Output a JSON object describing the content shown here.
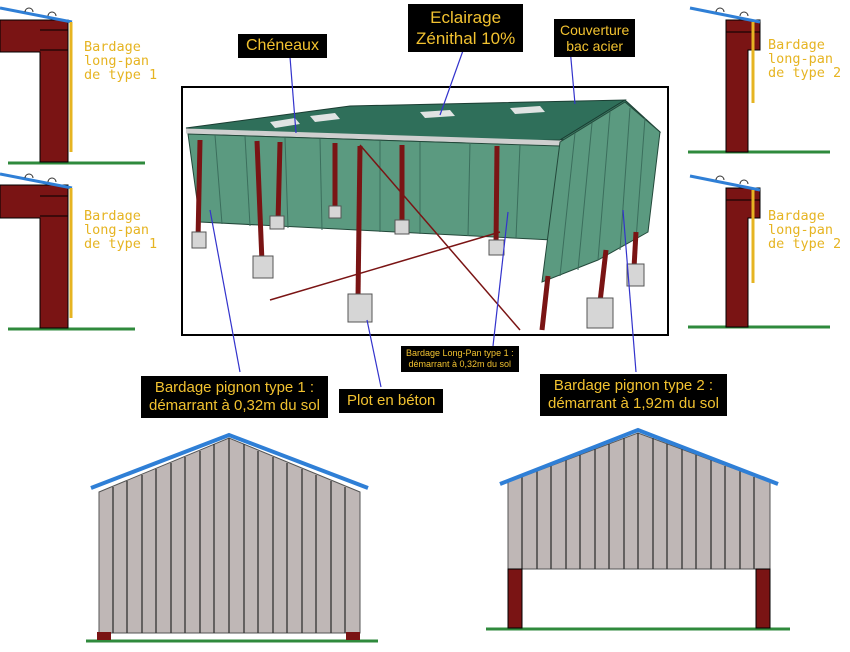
{
  "side_details": {
    "top_left": [
      "Bardage",
      "long-pan",
      "de type 1"
    ],
    "mid_left": [
      "Bardage",
      "long-pan",
      "de type 1"
    ],
    "top_right": [
      "Bardage",
      "long-pan",
      "de type 2"
    ],
    "mid_right": [
      "Bardage",
      "long-pan",
      "de type 2"
    ]
  },
  "callouts": {
    "cheneaux": [
      "Chéneaux"
    ],
    "eclairage": [
      "Eclairage",
      "Zénithal 10%"
    ],
    "couverture": [
      "Couverture",
      "bac acier"
    ],
    "long_pan_1": [
      "Bardage Long-Pan type 1 :",
      "démarrant à 0,32m du sol"
    ],
    "pignon_1": [
      "Bardage pignon type 1 :",
      "démarrant à 0,32m du sol"
    ],
    "plot": [
      "Plot en béton"
    ],
    "pignon_2": [
      "Bardage pignon type 2 :",
      "démarrant à 1,92m du sol"
    ]
  },
  "colors": {
    "steel": "#7a1414",
    "cladding": "#bfb7b6",
    "cladding_3d": "#5b9a80",
    "roof": "#2f6f5a",
    "gutter_blue": "#2f7fd6",
    "ground": "#2f8a3c",
    "label_yellow": "#f2c230",
    "leader": "#3333cc"
  }
}
